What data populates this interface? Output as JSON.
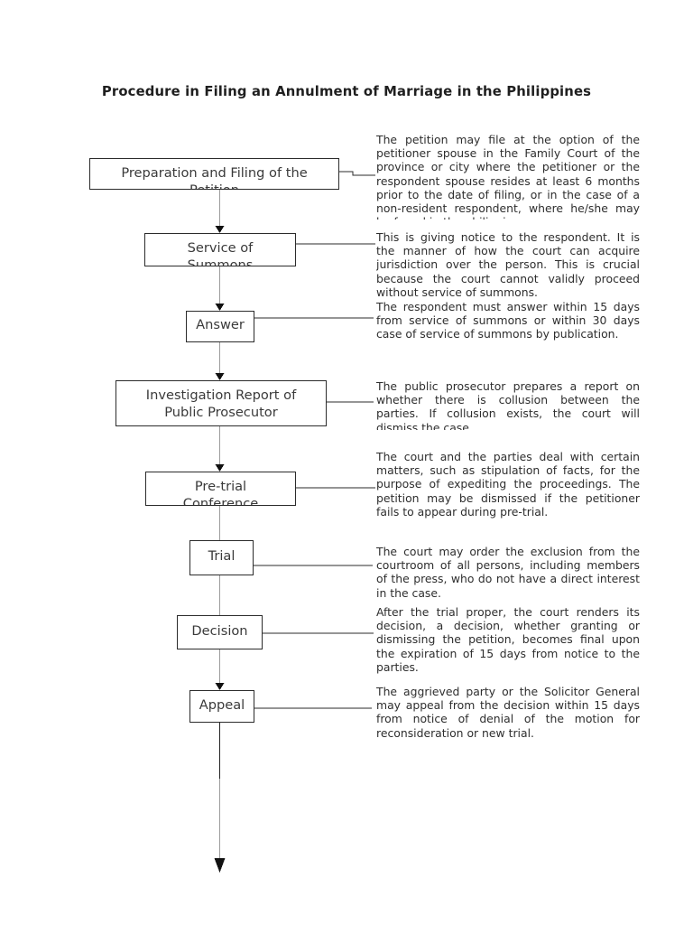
{
  "page_title": "Procedure in Filing an Annulment of Marriage in the Philippines",
  "colors": {
    "ink": "#2b2b2b",
    "connector_gray": "#9b9b9b",
    "arrowhead_black": "#111111",
    "page_background": "#ffffff"
  },
  "flow": {
    "steps": [
      {
        "label": "Preparation and Filing of the Petition",
        "description": "The petition may file at the option of the petitioner spouse in the Family Court of the province or city where the petitioner or the respondent spouse resides at least 6 months prior to the date of filing, or in the case of a non-resident respondent, where he/she may be found in the philippines."
      },
      {
        "label": "Service of Summons",
        "description": "This is giving notice to the respondent. It is the manner of how the court can acquire jurisdiction over the person. This is crucial because the court cannot validly proceed without service of summons."
      },
      {
        "label": "Answer",
        "description": "The respondent must answer within 15 days from service of summons or within 30 days case of service of summons by publication."
      },
      {
        "label": "Investigation Report of Public Prosecutor",
        "description": "The public prosecutor prepares a report on whether there is collusion between the parties. If collusion exists, the court will dismiss the case."
      },
      {
        "label": "Pre-trial Conference",
        "description": "The court and the parties deal with certain matters, such as stipulation of facts, for the purpose of expediting the proceedings. The petition may be dismissed if the petitioner fails to appear during pre-trial."
      },
      {
        "label": "Trial",
        "description": "The court may order the exclusion from the courtroom of all persons, including members of the press, who do not have a direct interest in the case."
      },
      {
        "label": "Decision",
        "description": "After the trial proper, the court renders its decision, a decision, whether granting or dismissing the petition, becomes final upon the expiration of 15 days from notice to the parties."
      },
      {
        "label": "Appeal",
        "description": "The aggrieved party or the Solicitor General may appeal from the decision within 15 days from notice of denial of the motion for reconsideration or new trial."
      }
    ]
  }
}
